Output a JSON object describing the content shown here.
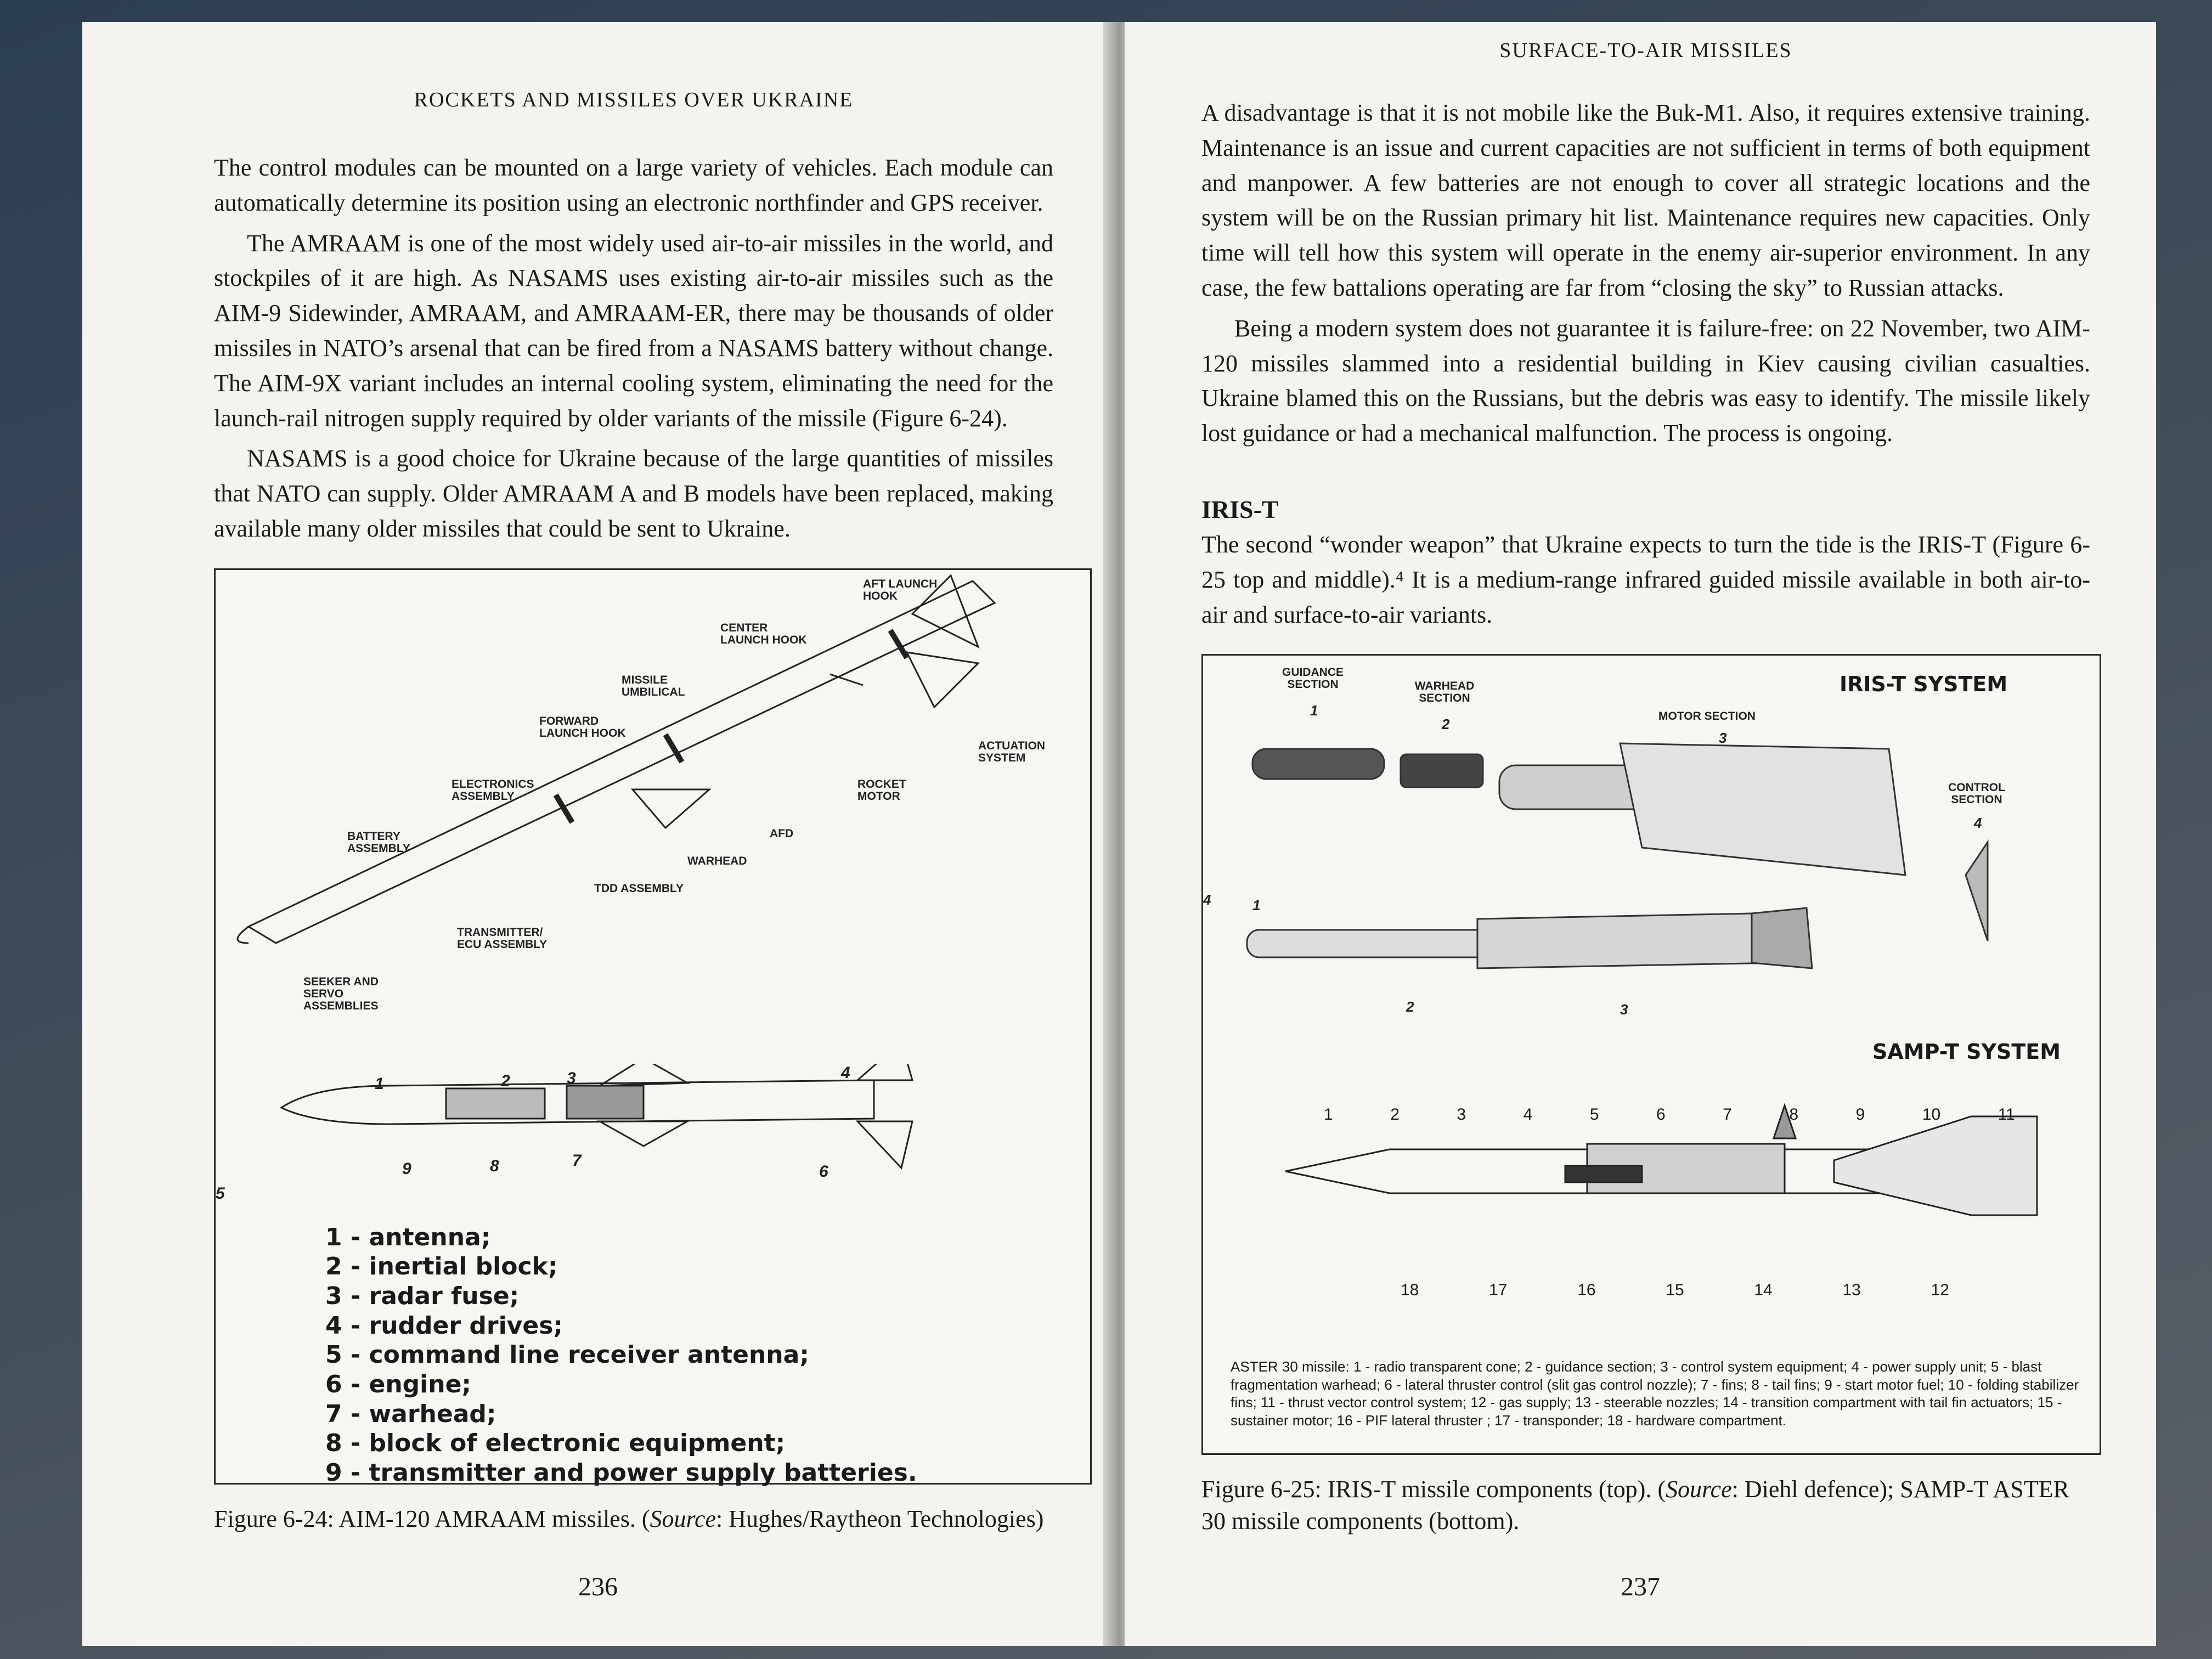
{
  "left_page": {
    "running_head": "ROCKETS AND MISSILES OVER UKRAINE",
    "paragraphs": [
      "The control modules can be mounted on a large variety of vehicles. Each module can automatically determine its position using an electronic northfinder and GPS receiver.",
      "The AMRAAM is one of the most widely used air-to-air missiles in the world, and stockpiles of it are high. As NASAMS uses existing air-to-air missiles such as the AIM-9 Sidewinder, AMRAAM, and AMRAAM-ER, there may be thousands of older missiles in NATO’s arsenal that can be fired from a NASAMS battery without change. The AIM-9X variant includes an internal cooling system, eliminating the need for the launch-rail nitrogen supply required by older variants of the missile (Figure 6-24).",
      "NASAMS is a good choice for Ukraine because of the large quantities of missiles that NATO can supply. Older AMRAAM A and B models have been replaced, making available many older missiles that could be sent to Ukraine."
    ],
    "figure_labels": {
      "aft_launch_hook": "AFT LAUNCH HOOK",
      "center_launch_hook": "CENTER LAUNCH HOOK",
      "missile_umbilical": "MISSILE UMBILICAL",
      "forward_launch_hook": "FORWARD LAUNCH HOOK",
      "actuation_system": "ACTUATION SYSTEM",
      "electronics_assembly": "ELECTRONICS ASSEMBLY",
      "rocket_motor": "ROCKET MOTOR",
      "battery_assembly": "BATTERY ASSEMBLY",
      "afd": "AFD",
      "warhead": "WARHEAD",
      "tdd_assembly": "TDD ASSEMBLY",
      "transmitter_ecu": "TRANSMITTER/ ECU ASSEMBLY",
      "seeker_servo": "SEEKER AND SERVO ASSEMBLIES"
    },
    "legend": [
      "1 - antenna;",
      "2 - inertial block;",
      "3 - radar fuse;",
      "4 - rudder drives;",
      "5 - command line receiver antenna;",
      "6 - engine;",
      "7 - warhead;",
      "8 - block of electronic equipment;",
      "9 - transmitter and power supply batteries."
    ],
    "lower_numbers": [
      "1",
      "2",
      "3",
      "4",
      "5",
      "6",
      "7",
      "8",
      "9"
    ],
    "caption_prefix": "Figure 6-24: AIM-120 AMRAAM missiles. (",
    "caption_source_word": "Source",
    "caption_suffix": ": Hughes/Raytheon Technologies)",
    "page_number": "236"
  },
  "right_page": {
    "running_head": "SURFACE-TO-AIR MISSILES",
    "paragraphs": [
      "A disadvantage is that it is not mobile like the Buk-M1. Also, it requires extensive training. Maintenance is an issue and current capacities are not sufficient in terms of both equipment and manpower. A few batteries are not enough to cover all strategic locations and the system will be on the Russian primary hit list. Maintenance requires new capacities. Only time will tell how this system will operate in the enemy air-superior environment. In any case, the few battalions operating are far from “closing the sky” to Russian attacks.",
      "Being a modern system does not guarantee it is failure-free: on 22 November, two AIM-120 missiles slammed into a residential building in Kiev causing civilian casualties. Ukraine blamed this on the Russians, but the debris was easy to identify. The missile likely lost guidance or had a mechanical malfunction. The process is ongoing."
    ],
    "section_heading": "IRIS-T",
    "iris_para": "The second “wonder weapon” that Ukraine expects to turn the tide is the IRIS-T (Figure 6-25 top and middle).⁴ It is a medium-range infrared guided missile available in both air-to-air and surface-to-air variants.",
    "iris_title": "IRIS-T SYSTEM",
    "iris_labels": {
      "guidance": "GUIDANCE SECTION",
      "guidance_num": "1",
      "warhead": "WARHEAD SECTION",
      "warhead_num": "2",
      "motor": "MOTOR SECTION",
      "motor_num": "3",
      "control": "CONTROL SECTION",
      "control_num": "4"
    },
    "iris_lower_numbers": [
      "1",
      "2",
      "3",
      "4"
    ],
    "samp_title": "SAMP-T SYSTEM",
    "samp_top_numbers": [
      "1",
      "2",
      "3",
      "4",
      "5",
      "6",
      "7",
      "8",
      "9",
      "10",
      "11"
    ],
    "samp_bottom_numbers": [
      "18",
      "17",
      "16",
      "15",
      "14",
      "13",
      "12"
    ],
    "aster_note": "ASTER 30 missile: 1 - radio transparent cone; 2 - guidance section; 3 - control system equipment; 4 - power supply unit; 5 - blast fragmentation warhead; 6 - lateral thruster control (slit gas control nozzle); 7 - fins; 8 - tail fins; 9 - start motor fuel; 10 - folding stabilizer fins; 11 - thrust vector control system; 12 - gas supply; 13 - steerable nozzles; 14 - transition compartment with tail fin actuators; 15 - sustainer motor; 16 - PIF lateral thruster ; 17 - transponder; 18 - hardware compartment.",
    "caption_prefix": "Figure 6-25: IRIS-T missile components (top). (",
    "caption_source_word": "Source",
    "caption_suffix": ": Diehl defence); SAMP-T ASTER 30 missile components (bottom).",
    "page_number": "237"
  },
  "colors": {
    "paper": "#f4f3ef",
    "ink": "#1a1a1a",
    "tabletop": "#3e4a57"
  }
}
